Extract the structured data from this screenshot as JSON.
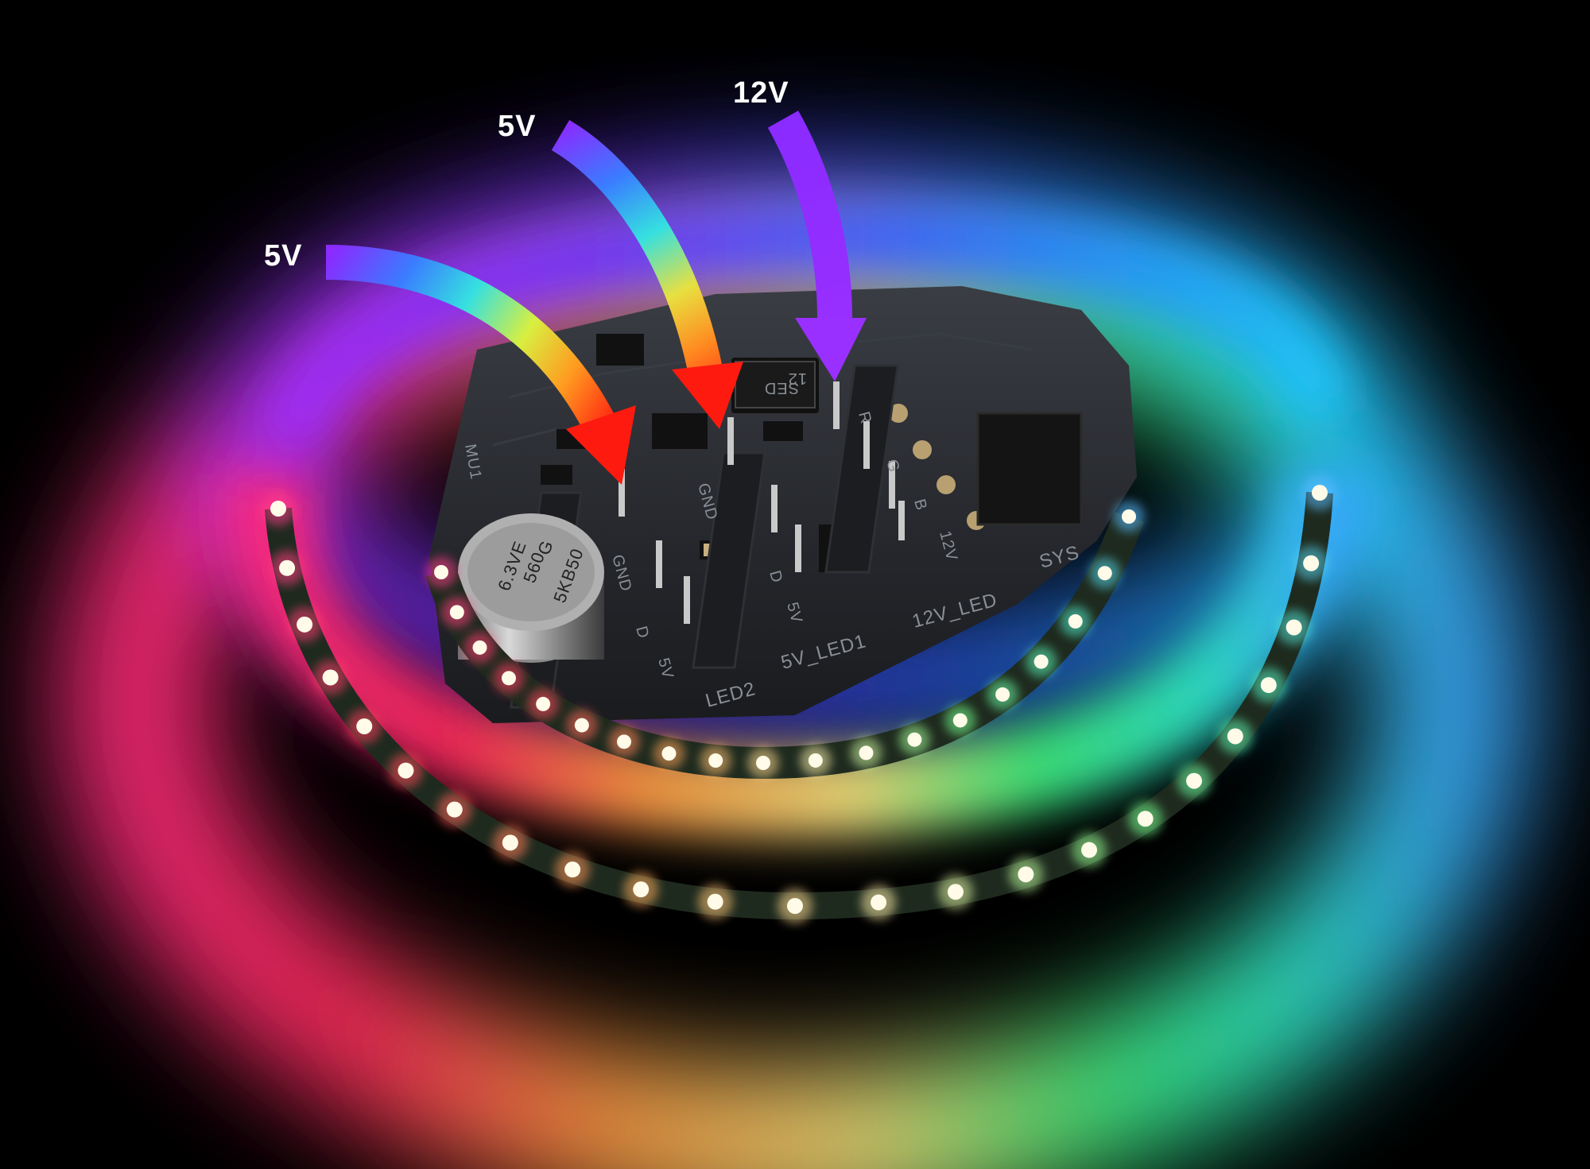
{
  "callouts": {
    "left": "5V",
    "middle": "5V",
    "right": "12V"
  },
  "board_markings": {
    "led1": "5V_LED1",
    "led2": "LED2",
    "led12": "12V_LED",
    "sys": "SYS",
    "gnd_top": "GND",
    "gnd_left": "GND",
    "d_left": "D",
    "v5_left": "5V",
    "d_mid": "D",
    "v5_mid": "5V",
    "v12_pin": "12V",
    "r_pin": "R",
    "g_pin": "G",
    "b_pin": "B",
    "chip_code": "SED",
    "chip_num": "12",
    "mu": "MU1",
    "cap_brand": "G",
    "cap_value": "560",
    "cap_voltage": "6.3VE",
    "cap_series": "5KB50"
  },
  "colors": {
    "background": "#000000",
    "board": "#24262a",
    "arrow_top": "#8a2bff",
    "arrow_mid_blue": "#1a8cff",
    "arrow_mid_cyan": "#35e0e0",
    "arrow_mid_yellow": "#f2e030",
    "arrow_tip": "#ff1a10",
    "label_text": "#ffffff"
  },
  "icons": {
    "arrow": "curved-gradient-arrow",
    "connector": "pin-header"
  }
}
